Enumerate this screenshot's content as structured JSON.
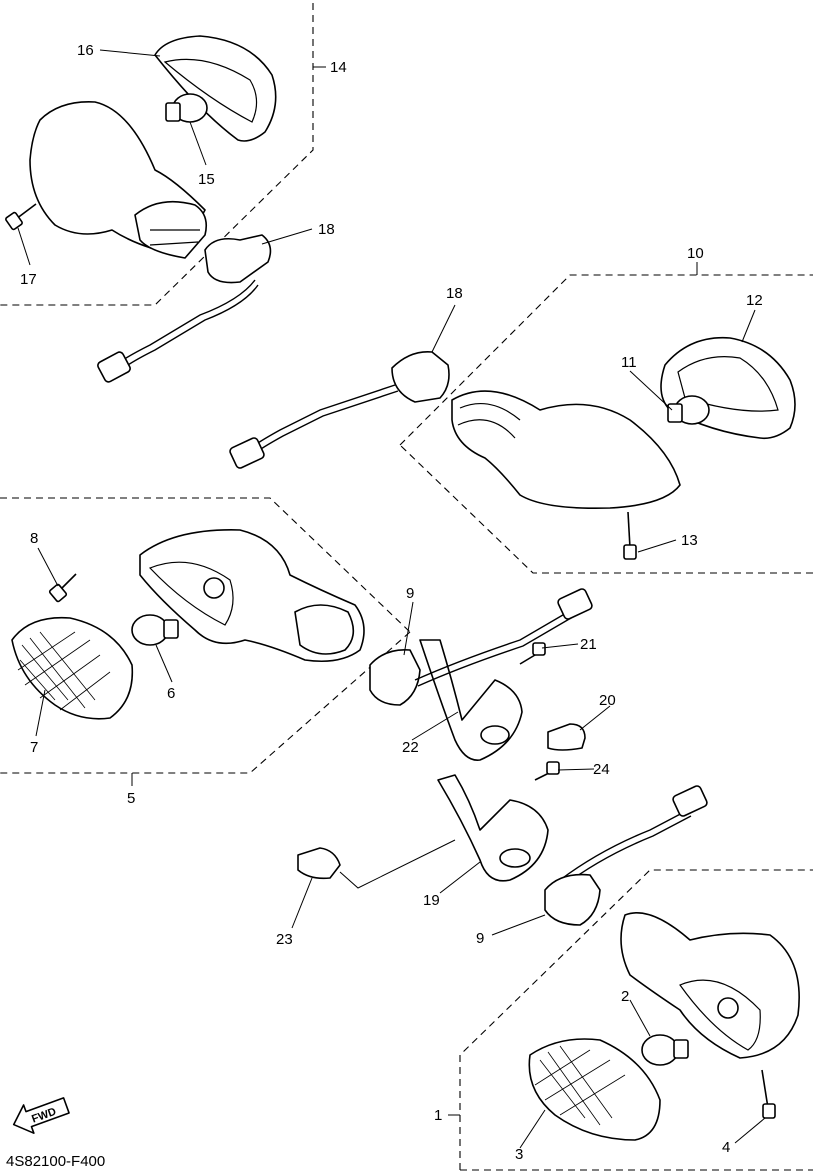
{
  "diagram": {
    "drawing_code": "4S82100-F400",
    "fwd_badge": "FWD",
    "callouts": {
      "c1": "1",
      "c2": "2",
      "c3": "3",
      "c4": "4",
      "c5": "5",
      "c6": "6",
      "c7": "7",
      "c8": "8",
      "c9a": "9",
      "c9b": "9",
      "c10": "10",
      "c11": "11",
      "c12": "12",
      "c13": "13",
      "c14": "14",
      "c15": "15",
      "c16": "16",
      "c17": "17",
      "c18a": "18",
      "c18b": "18",
      "c19": "19",
      "c20": "20",
      "c21": "21",
      "c22": "22",
      "c23": "23",
      "c24": "24"
    }
  }
}
